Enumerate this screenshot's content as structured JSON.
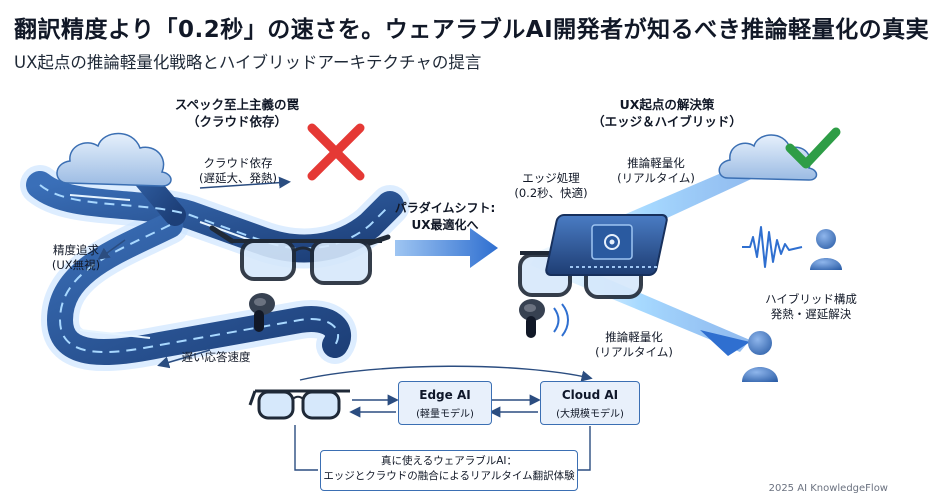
{
  "header": {
    "title": "翻訳精度より「0.2秒」の速さを。ウェアラブルAI開発者が知るべき推論軽量化の真実",
    "subtitle": "UX起点の推論軽量化戦略とハイブリッドアーキテクチャの提言"
  },
  "left_panel": {
    "heading_line1": "スペック至上主義の罠",
    "heading_line2": "（クラウド依存）",
    "cloud_label_line1": "クラウド依存",
    "cloud_label_line2": "(遅延大、発熱)",
    "accuracy_label_line1": "精度追求",
    "accuracy_label_line2": "(UX無視)",
    "slow_label": "遅い応答速度"
  },
  "middle": {
    "shift_line1": "パラダイムシフト:",
    "shift_line2": "UX最適化へ"
  },
  "right_panel": {
    "heading_line1": "UX起点の解決策",
    "heading_line2": "（エッジ＆ハイブリッド）",
    "edge_label_line1": "エッジ処理",
    "edge_label_line2": "(0.2秒、快適)",
    "inference_top_line1": "推論軽量化",
    "inference_top_line2": "(リアルタイム)",
    "hybrid_line1": "ハイブリッド構成",
    "hybrid_line2": "発熱・遅延解決",
    "inference_bottom_line1": "推論軽量化",
    "inference_bottom_line2": "(リアルタイム)"
  },
  "flow": {
    "edge_box_title": "Edge AI",
    "edge_box_sub": "(軽量モデル)",
    "cloud_box_title": "Cloud AI",
    "cloud_box_sub": "(大規模モデル)",
    "note_line1": "真に使えるウェアラブルAI：",
    "note_line2": "エッジとクラウドの融合によるリアルタイム翻訳体験"
  },
  "footer": {
    "credit": "2025 AI KnowledgeFlow"
  },
  "colors": {
    "accent": "#2f6fd0",
    "wrong": "#e53935",
    "right": "#2e9d46",
    "box_fill": "#e8f0fb",
    "box_border": "#3b6fb3"
  },
  "icons": [
    "cloud-icon",
    "cross-mark-icon",
    "check-mark-icon",
    "smart-glasses-icon",
    "earbud-icon",
    "chip-icon",
    "sound-wave-icon",
    "user-icon",
    "arrow-right-icon"
  ]
}
